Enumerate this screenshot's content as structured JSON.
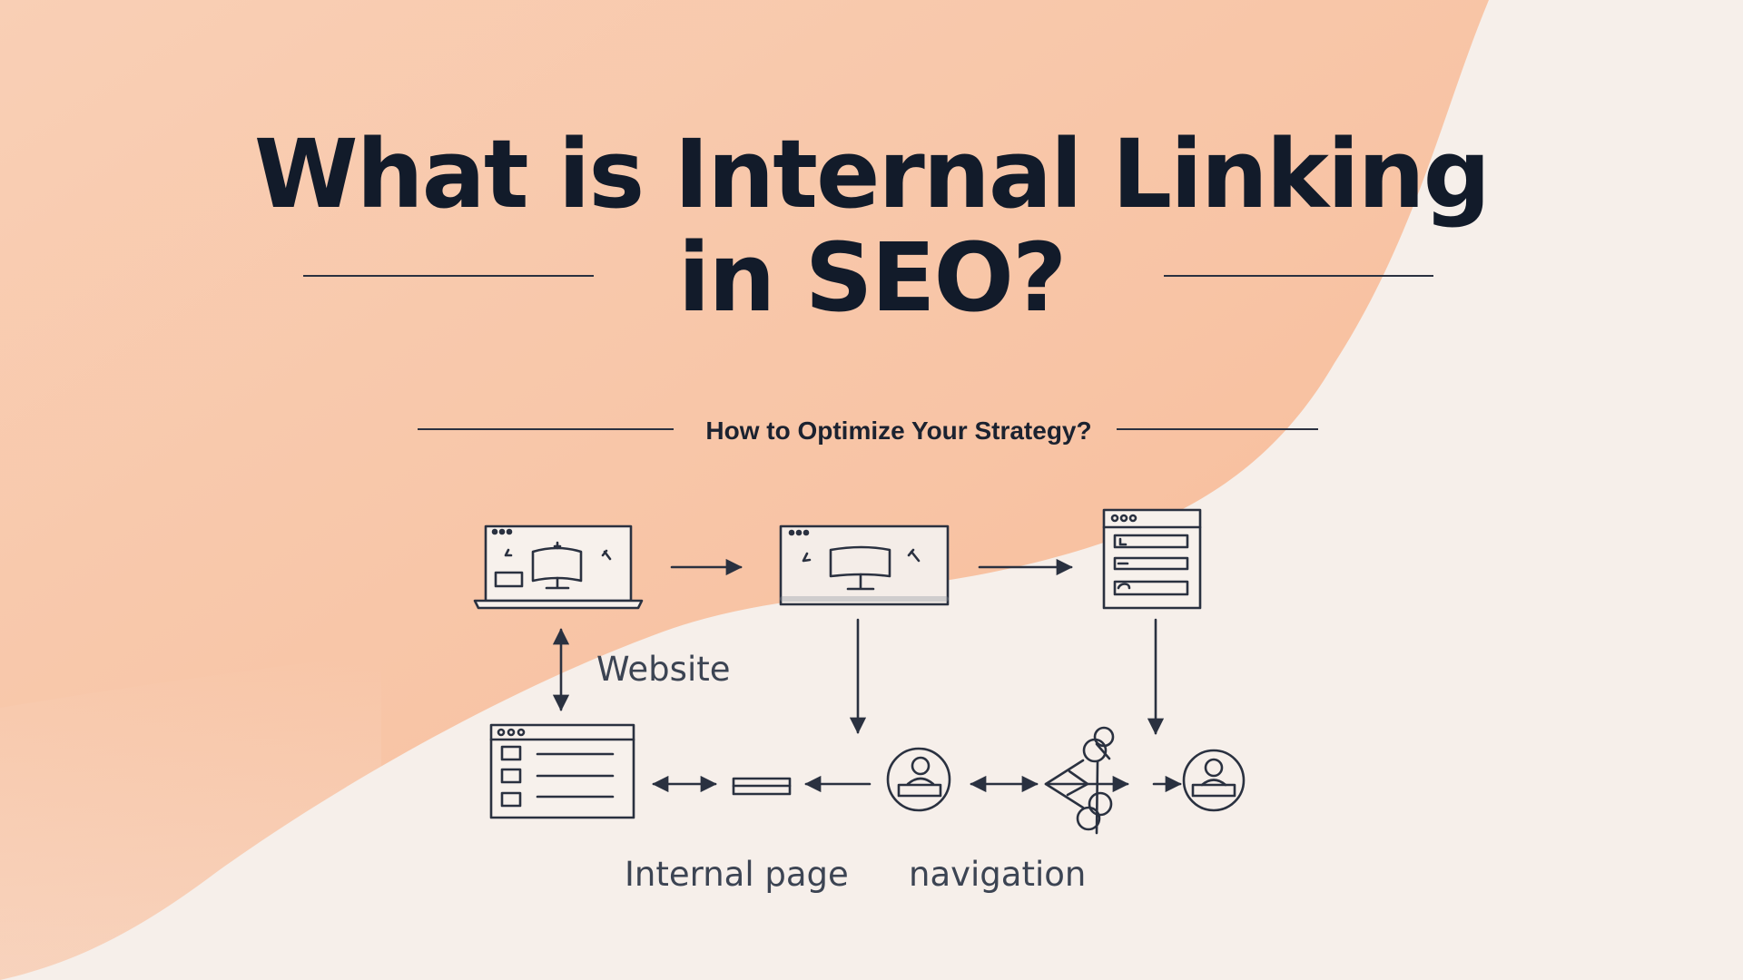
{
  "title": {
    "line1": "What is Internal Linking",
    "line2": "in SEO?"
  },
  "subtitle": "How to Optimize Your Strategy?",
  "diagram": {
    "label_website": "Website",
    "label_internal_page": "Internal page",
    "label_navigation": "navigation"
  },
  "colors": {
    "background": "#f6efea",
    "peach": "#f8c6a8",
    "ink": "#121b2a",
    "line": "#2a3140"
  }
}
